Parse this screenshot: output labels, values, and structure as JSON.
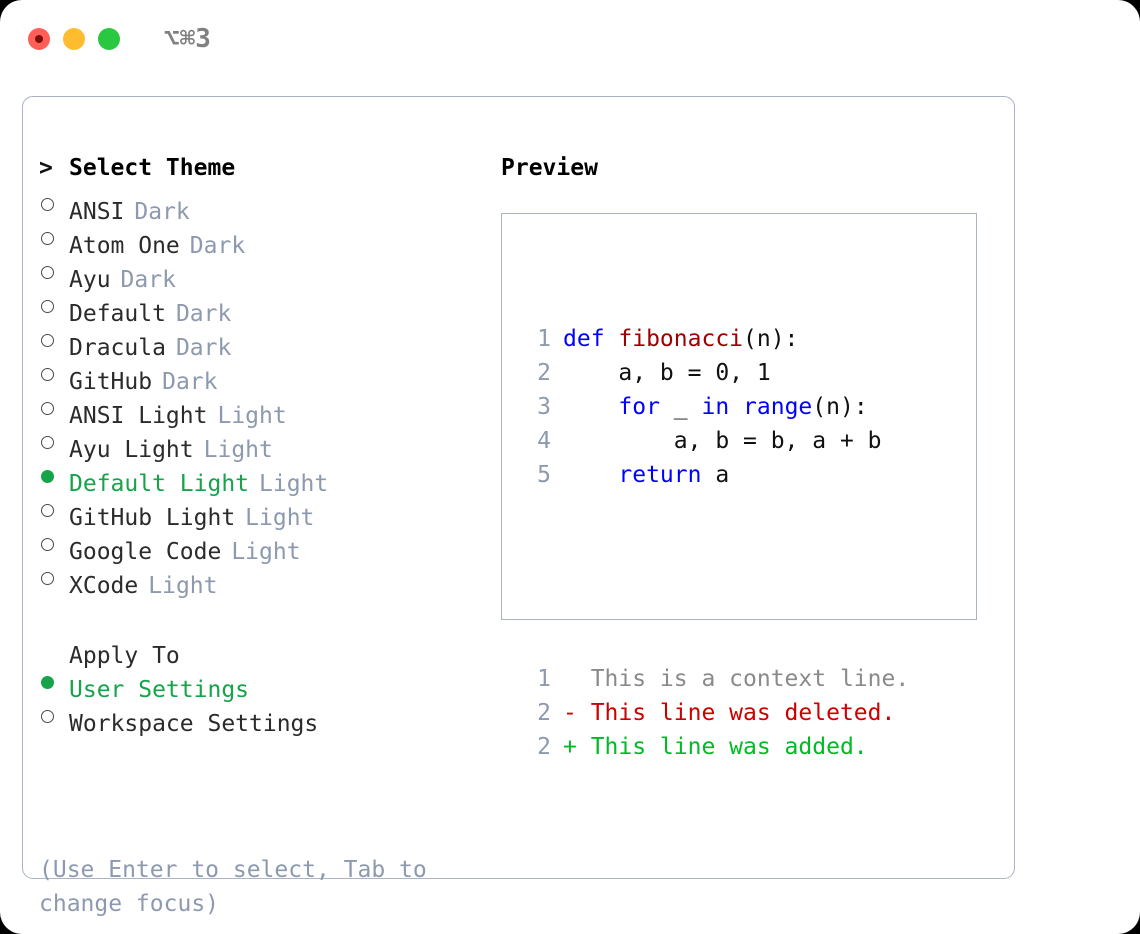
{
  "window": {
    "shortcut": "⌥⌘3",
    "traffic_lights": [
      {
        "name": "close",
        "color": "#ff5f57"
      },
      {
        "name": "minimize",
        "color": "#febc2e"
      },
      {
        "name": "maximize",
        "color": "#28c840"
      }
    ]
  },
  "theme_list": {
    "header": {
      "caret": ">",
      "label": "Select Theme"
    },
    "items": [
      {
        "label": "ANSI",
        "suffix": "Dark",
        "selected": false
      },
      {
        "label": "Atom One",
        "suffix": "Dark",
        "selected": false
      },
      {
        "label": "Ayu",
        "suffix": "Dark",
        "selected": false
      },
      {
        "label": "Default",
        "suffix": "Dark",
        "selected": false
      },
      {
        "label": "Dracula",
        "suffix": "Dark",
        "selected": false
      },
      {
        "label": "GitHub",
        "suffix": "Dark",
        "selected": false
      },
      {
        "label": "ANSI Light",
        "suffix": "Light",
        "selected": false
      },
      {
        "label": "Ayu Light",
        "suffix": "Light",
        "selected": false
      },
      {
        "label": "Default Light",
        "suffix": "Light",
        "selected": true
      },
      {
        "label": "GitHub Light",
        "suffix": "Light",
        "selected": false
      },
      {
        "label": "Google Code",
        "suffix": "Light",
        "selected": false
      },
      {
        "label": "XCode",
        "suffix": "Light",
        "selected": false
      }
    ]
  },
  "apply_to": {
    "header": "Apply To",
    "items": [
      {
        "label": "User Settings",
        "selected": true
      },
      {
        "label": "Workspace Settings",
        "selected": false
      }
    ]
  },
  "hint": "(Use Enter to select, Tab to change focus)",
  "preview": {
    "title": "Preview",
    "code_lines": [
      {
        "number": "1",
        "tokens": [
          {
            "text": "def ",
            "kind": "keyword"
          },
          {
            "text": "fibonacci",
            "kind": "function"
          },
          {
            "text": "(n):",
            "kind": "plain"
          }
        ]
      },
      {
        "number": "2",
        "tokens": [
          {
            "text": "    a, b = 0, 1",
            "kind": "plain"
          }
        ]
      },
      {
        "number": "3",
        "tokens": [
          {
            "text": "    ",
            "kind": "plain"
          },
          {
            "text": "for",
            "kind": "keyword"
          },
          {
            "text": " _ ",
            "kind": "plain"
          },
          {
            "text": "in",
            "kind": "keyword"
          },
          {
            "text": " ",
            "kind": "plain"
          },
          {
            "text": "range",
            "kind": "keyword"
          },
          {
            "text": "(n):",
            "kind": "plain"
          }
        ]
      },
      {
        "number": "4",
        "tokens": [
          {
            "text": "        a, b = b, a + b",
            "kind": "plain"
          }
        ]
      },
      {
        "number": "5",
        "tokens": [
          {
            "text": "    ",
            "kind": "plain"
          },
          {
            "text": "return",
            "kind": "keyword"
          },
          {
            "text": " a",
            "kind": "plain"
          }
        ]
      }
    ],
    "diff_lines": [
      {
        "number": "1",
        "text": "  This is a context line.",
        "kind": "context"
      },
      {
        "number": "2",
        "text": "- This line was deleted.",
        "kind": "deleted"
      },
      {
        "number": "2",
        "text": "+ This line was added.",
        "kind": "added"
      }
    ]
  },
  "colors": {
    "accent_green": "#16a34a",
    "muted": "#8d99ae",
    "border": "#a9b3c1",
    "keyword": "#0000ff",
    "function": "#a00000",
    "diff_deleted": "#cc0000",
    "diff_added": "#00bb22",
    "diff_context": "#8a8a8a"
  }
}
